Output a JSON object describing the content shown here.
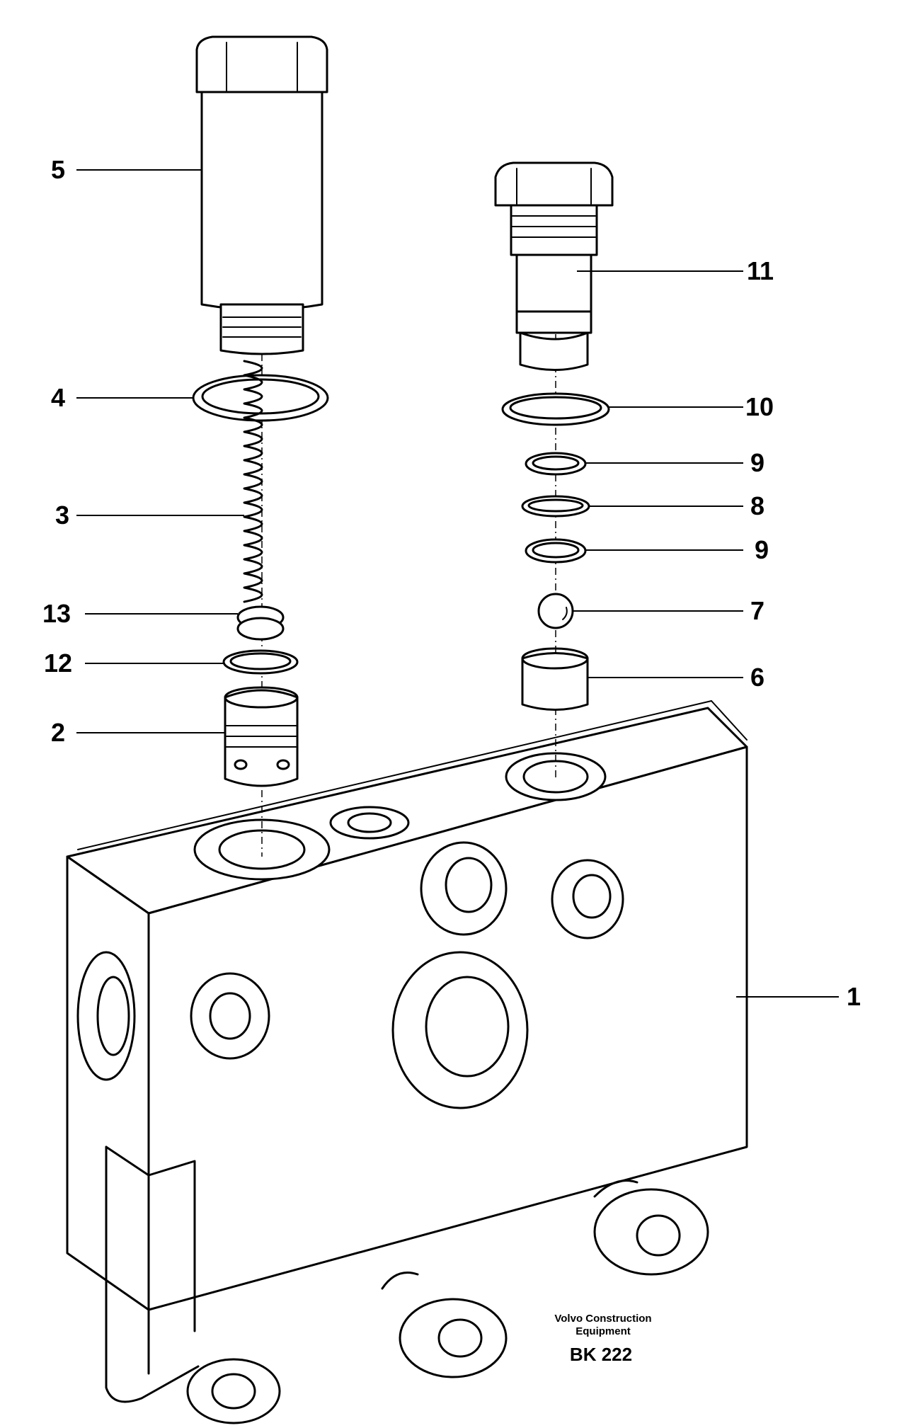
{
  "callouts": [
    {
      "id": "1",
      "label": "1"
    },
    {
      "id": "2",
      "label": "2"
    },
    {
      "id": "3",
      "label": "3"
    },
    {
      "id": "4",
      "label": "4"
    },
    {
      "id": "5",
      "label": "5"
    },
    {
      "id": "6",
      "label": "6"
    },
    {
      "id": "7",
      "label": "7"
    },
    {
      "id": "8",
      "label": "8"
    },
    {
      "id": "9a",
      "label": "9"
    },
    {
      "id": "9b",
      "label": "9"
    },
    {
      "id": "10",
      "label": "10"
    },
    {
      "id": "11",
      "label": "11"
    },
    {
      "id": "12",
      "label": "12"
    },
    {
      "id": "13",
      "label": "13"
    }
  ],
  "caption": {
    "line1": "Volvo Construction",
    "line2": "Equipment",
    "code": "BK 222"
  }
}
